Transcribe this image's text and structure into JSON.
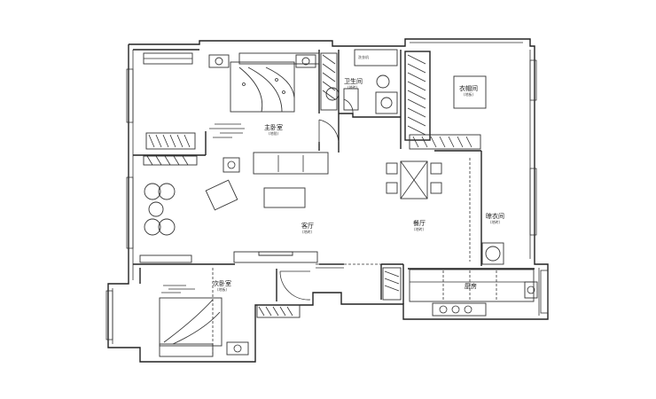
{
  "rooms": {
    "master_bedroom": {
      "name": "主卧室",
      "note": "(地毯)"
    },
    "bathroom": {
      "name": "卫生间",
      "note": "(地砖)"
    },
    "walk_in_closet": {
      "name": "衣帽间",
      "note": "(地板)"
    },
    "living_room": {
      "name": "客厅",
      "note": "(地砖)"
    },
    "dining_room": {
      "name": "餐厅",
      "note": "(地砖)"
    },
    "laundry": {
      "name": "晾衣间",
      "note": "(地砖)"
    },
    "second_bedroom": {
      "name": "次卧室",
      "note": "(地板)"
    },
    "kitchen": {
      "name": "厨房",
      "note": ""
    }
  },
  "fixtures": {
    "washer_label": "洗衣机"
  }
}
